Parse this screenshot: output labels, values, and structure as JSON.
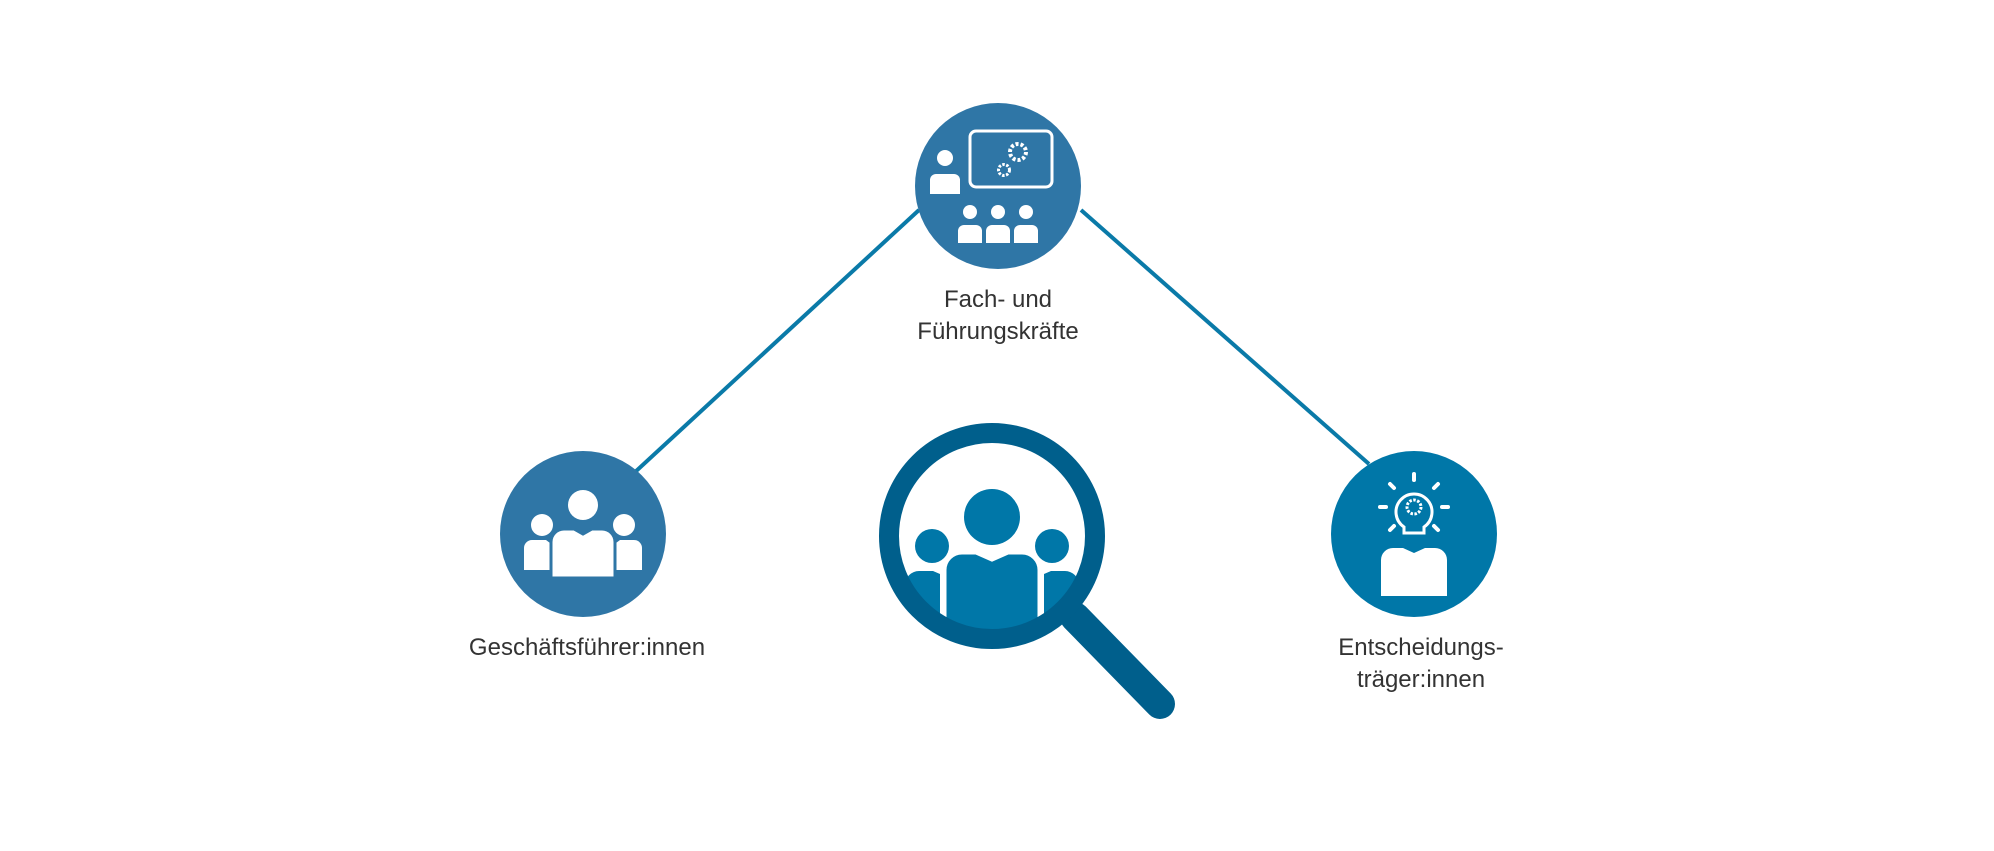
{
  "nodes": {
    "top": {
      "label_line1": "Fach- und",
      "label_line2": "Führungskräfte",
      "icon": "presentation-team-icon"
    },
    "left": {
      "label": "Geschäftsführer:innen",
      "icon": "group-icon"
    },
    "right": {
      "label_line1": "Entscheidungs-",
      "label_line2": "träger:innen",
      "icon": "idea-person-icon"
    },
    "center": {
      "icon": "magnifier-people-icon"
    }
  },
  "colors": {
    "line": "#0a7aa8",
    "circle_a": "#2f76a6",
    "circle_b": "#0077a8",
    "magnifier": "#005f8c",
    "people": "#0077a8"
  }
}
